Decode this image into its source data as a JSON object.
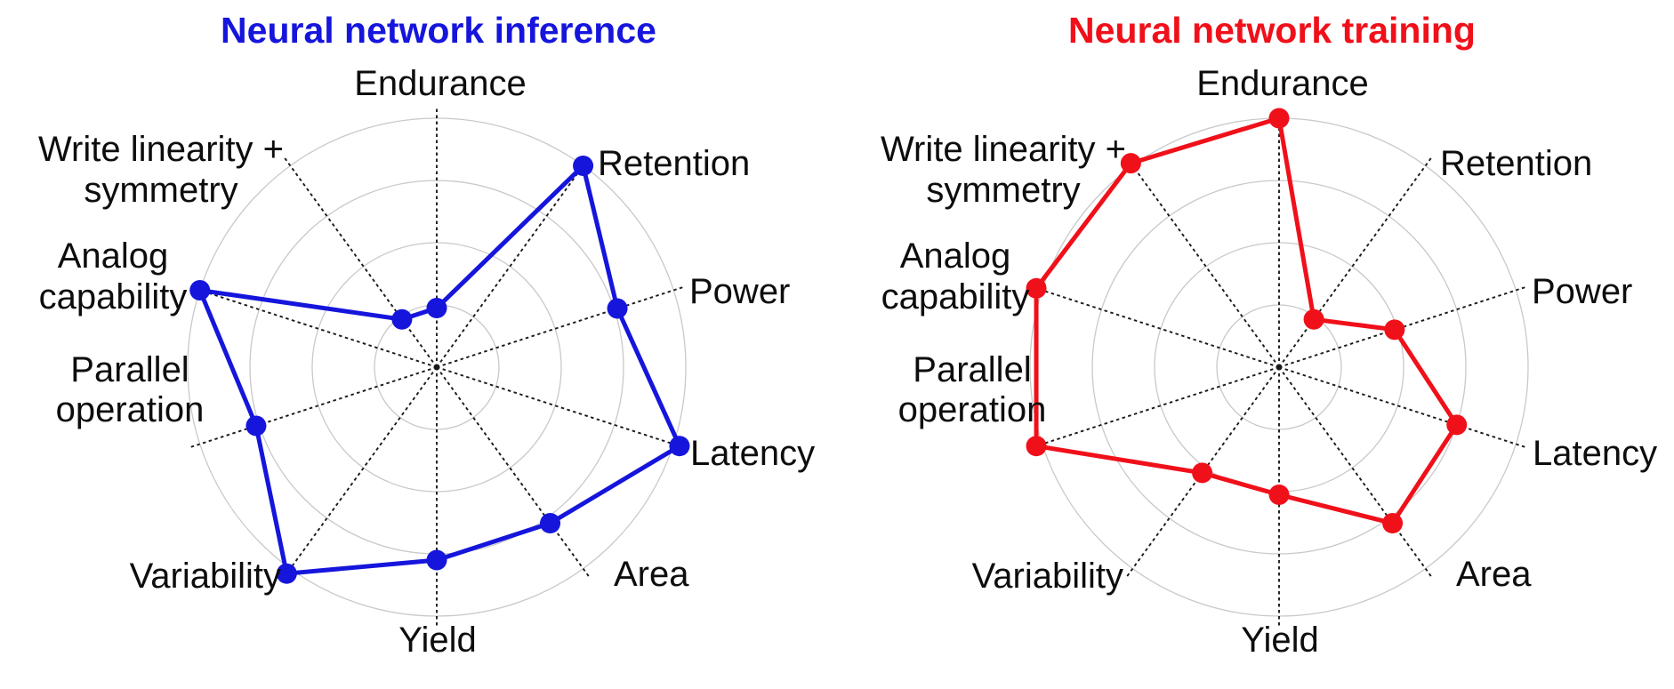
{
  "figure": {
    "background": "#ffffff",
    "description": "Two radar charts comparing memory-device requirements for neural network inference versus training"
  },
  "chart_data": {
    "type": "radar",
    "charts_count": 2,
    "categories": [
      "Endurance",
      "Retention",
      "Power",
      "Latency",
      "Area",
      "Yield",
      "Variability",
      "Parallel operation",
      "Analog capability",
      "Write linearity + symmetry"
    ],
    "axis_label_lines": [
      [
        "Endurance"
      ],
      [
        "Retention"
      ],
      [
        "Power"
      ],
      [
        "Latency"
      ],
      [
        "Area"
      ],
      [
        "Yield"
      ],
      [
        "Variability"
      ],
      [
        "Parallel",
        "operation"
      ],
      [
        "Analog",
        "capability"
      ],
      [
        "Write linearity +",
        "symmetry"
      ]
    ],
    "axis_arrangement": "10 axes, clockwise starting at top",
    "scale_min": 0,
    "scale_max": 4,
    "ring_values": [
      1,
      2,
      3,
      4
    ],
    "grid": "light gray concentric circles with dashed black radial axes, no tick labels",
    "legend": "none; colored title above each chart names its series",
    "series": [
      {
        "name": "Neural network inference",
        "color": "#1515dc",
        "values": [
          0.95,
          4.0,
          3.05,
          4.1,
          3.1,
          3.1,
          4.1,
          3.05,
          4.0,
          0.95
        ]
      },
      {
        "name": "Neural network training",
        "color": "#f0101a",
        "values": [
          4.0,
          0.95,
          1.95,
          3.0,
          3.1,
          2.05,
          2.1,
          4.1,
          4.1,
          4.05
        ]
      }
    ],
    "colors": {
      "inference_blue": "#1515dc",
      "training_red": "#f0101a",
      "ring_gray": "#c9c9c9",
      "axis_black": "#1a1a1a",
      "label_black": "#0d0d0d"
    }
  }
}
